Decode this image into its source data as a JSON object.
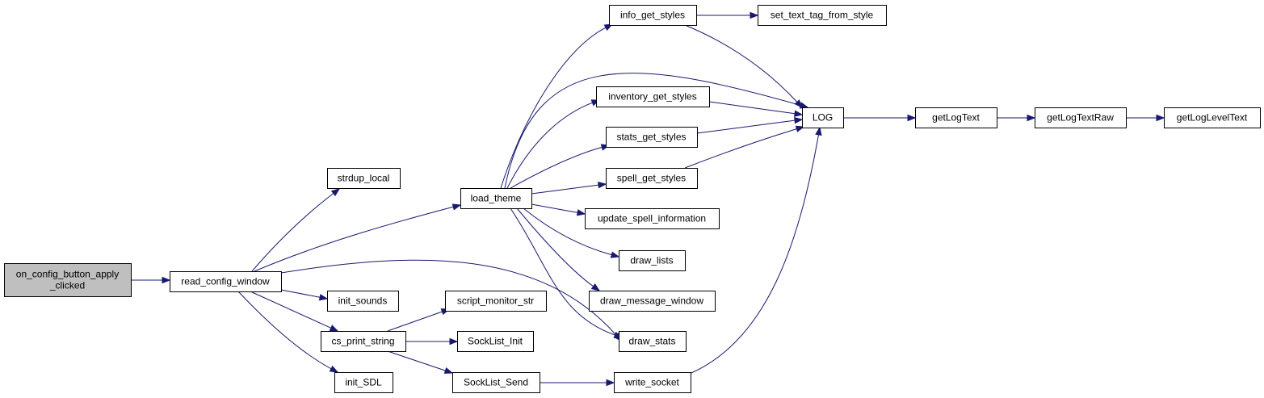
{
  "graph": {
    "nodes": [
      {
        "id": "on_config_button_apply_clicked",
        "lines": [
          "on_config_button_apply",
          "_clicked"
        ],
        "highlighted": true
      },
      {
        "id": "read_config_window",
        "lines": [
          "read_config_window"
        ]
      },
      {
        "id": "strdup_local",
        "lines": [
          "strdup_local"
        ]
      },
      {
        "id": "load_theme",
        "lines": [
          "load_theme"
        ]
      },
      {
        "id": "init_sounds",
        "lines": [
          "init_sounds"
        ]
      },
      {
        "id": "cs_print_string",
        "lines": [
          "cs_print_string"
        ]
      },
      {
        "id": "init_SDL",
        "lines": [
          "init_SDL"
        ]
      },
      {
        "id": "script_monitor_str",
        "lines": [
          "script_monitor_str"
        ]
      },
      {
        "id": "SockList_Init",
        "lines": [
          "SockList_Init"
        ]
      },
      {
        "id": "SockList_Send",
        "lines": [
          "SockList_Send"
        ]
      },
      {
        "id": "info_get_styles",
        "lines": [
          "info_get_styles"
        ]
      },
      {
        "id": "set_text_tag_from_style",
        "lines": [
          "set_text_tag_from_style"
        ]
      },
      {
        "id": "inventory_get_styles",
        "lines": [
          "inventory_get_styles"
        ]
      },
      {
        "id": "stats_get_styles",
        "lines": [
          "stats_get_styles"
        ]
      },
      {
        "id": "spell_get_styles",
        "lines": [
          "spell_get_styles"
        ]
      },
      {
        "id": "update_spell_information",
        "lines": [
          "update_spell_information"
        ]
      },
      {
        "id": "draw_lists",
        "lines": [
          "draw_lists"
        ]
      },
      {
        "id": "draw_message_window",
        "lines": [
          "draw_message_window"
        ]
      },
      {
        "id": "draw_stats",
        "lines": [
          "draw_stats"
        ]
      },
      {
        "id": "write_socket",
        "lines": [
          "write_socket"
        ]
      },
      {
        "id": "LOG",
        "lines": [
          "LOG"
        ]
      },
      {
        "id": "getLogText",
        "lines": [
          "getLogText"
        ]
      },
      {
        "id": "getLogTextRaw",
        "lines": [
          "getLogTextRaw"
        ]
      },
      {
        "id": "getLogLevelText",
        "lines": [
          "getLogLevelText"
        ]
      }
    ],
    "edges": [
      {
        "from": "on_config_button_apply_clicked",
        "to": "read_config_window"
      },
      {
        "from": "read_config_window",
        "to": "strdup_local"
      },
      {
        "from": "read_config_window",
        "to": "load_theme"
      },
      {
        "from": "read_config_window",
        "to": "draw_stats"
      },
      {
        "from": "read_config_window",
        "to": "init_sounds"
      },
      {
        "from": "read_config_window",
        "to": "cs_print_string"
      },
      {
        "from": "read_config_window",
        "to": "init_SDL"
      },
      {
        "from": "load_theme",
        "to": "info_get_styles"
      },
      {
        "from": "load_theme",
        "to": "LOG"
      },
      {
        "from": "load_theme",
        "to": "inventory_get_styles"
      },
      {
        "from": "load_theme",
        "to": "stats_get_styles"
      },
      {
        "from": "load_theme",
        "to": "spell_get_styles"
      },
      {
        "from": "load_theme",
        "to": "update_spell_information"
      },
      {
        "from": "load_theme",
        "to": "draw_lists"
      },
      {
        "from": "load_theme",
        "to": "draw_message_window"
      },
      {
        "from": "load_theme",
        "to": "draw_stats"
      },
      {
        "from": "cs_print_string",
        "to": "script_monitor_str"
      },
      {
        "from": "cs_print_string",
        "to": "SockList_Init"
      },
      {
        "from": "cs_print_string",
        "to": "SockList_Send"
      },
      {
        "from": "SockList_Send",
        "to": "write_socket"
      },
      {
        "from": "write_socket",
        "to": "LOG"
      },
      {
        "from": "info_get_styles",
        "to": "set_text_tag_from_style"
      },
      {
        "from": "info_get_styles",
        "to": "LOG"
      },
      {
        "from": "inventory_get_styles",
        "to": "LOG"
      },
      {
        "from": "stats_get_styles",
        "to": "LOG"
      },
      {
        "from": "spell_get_styles",
        "to": "LOG"
      },
      {
        "from": "LOG",
        "to": "getLogText"
      },
      {
        "from": "getLogText",
        "to": "getLogTextRaw"
      },
      {
        "from": "getLogTextRaw",
        "to": "getLogLevelText"
      }
    ]
  },
  "colors": {
    "edge": "#191970",
    "node_fill": "#ffffff",
    "node_highlight_fill": "#bfbfbf",
    "node_border": "#000000"
  }
}
